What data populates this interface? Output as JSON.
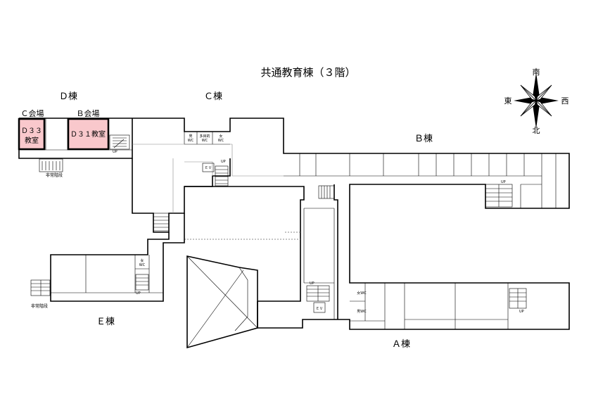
{
  "title": "共通教育棟（３階）",
  "buildings": {
    "a": "Ａ棟",
    "b": "Ｂ棟",
    "c": "Ｃ棟",
    "d": "Ｄ棟",
    "e": "Ｅ棟"
  },
  "venues": {
    "c": "Ｃ会場",
    "b": "Ｂ会場"
  },
  "rooms": {
    "d33_line1": "Ｄ３３",
    "d33_line2": "教室",
    "d31": "Ｄ３１教室"
  },
  "labels": {
    "up": "UP",
    "ev": "ＥＶ",
    "emergency_stairs": "非常階段",
    "female": "女",
    "male": "男",
    "accessible": "多目的",
    "wc": "WC",
    "female_wc": "女WC",
    "male_wc": "男WC"
  },
  "compass": {
    "north": "北",
    "south": "南",
    "east": "東",
    "west": "西"
  },
  "colors": {
    "venue_highlight": "#f9c8cc",
    "wall": "#000000",
    "thin_line": "#888888"
  }
}
